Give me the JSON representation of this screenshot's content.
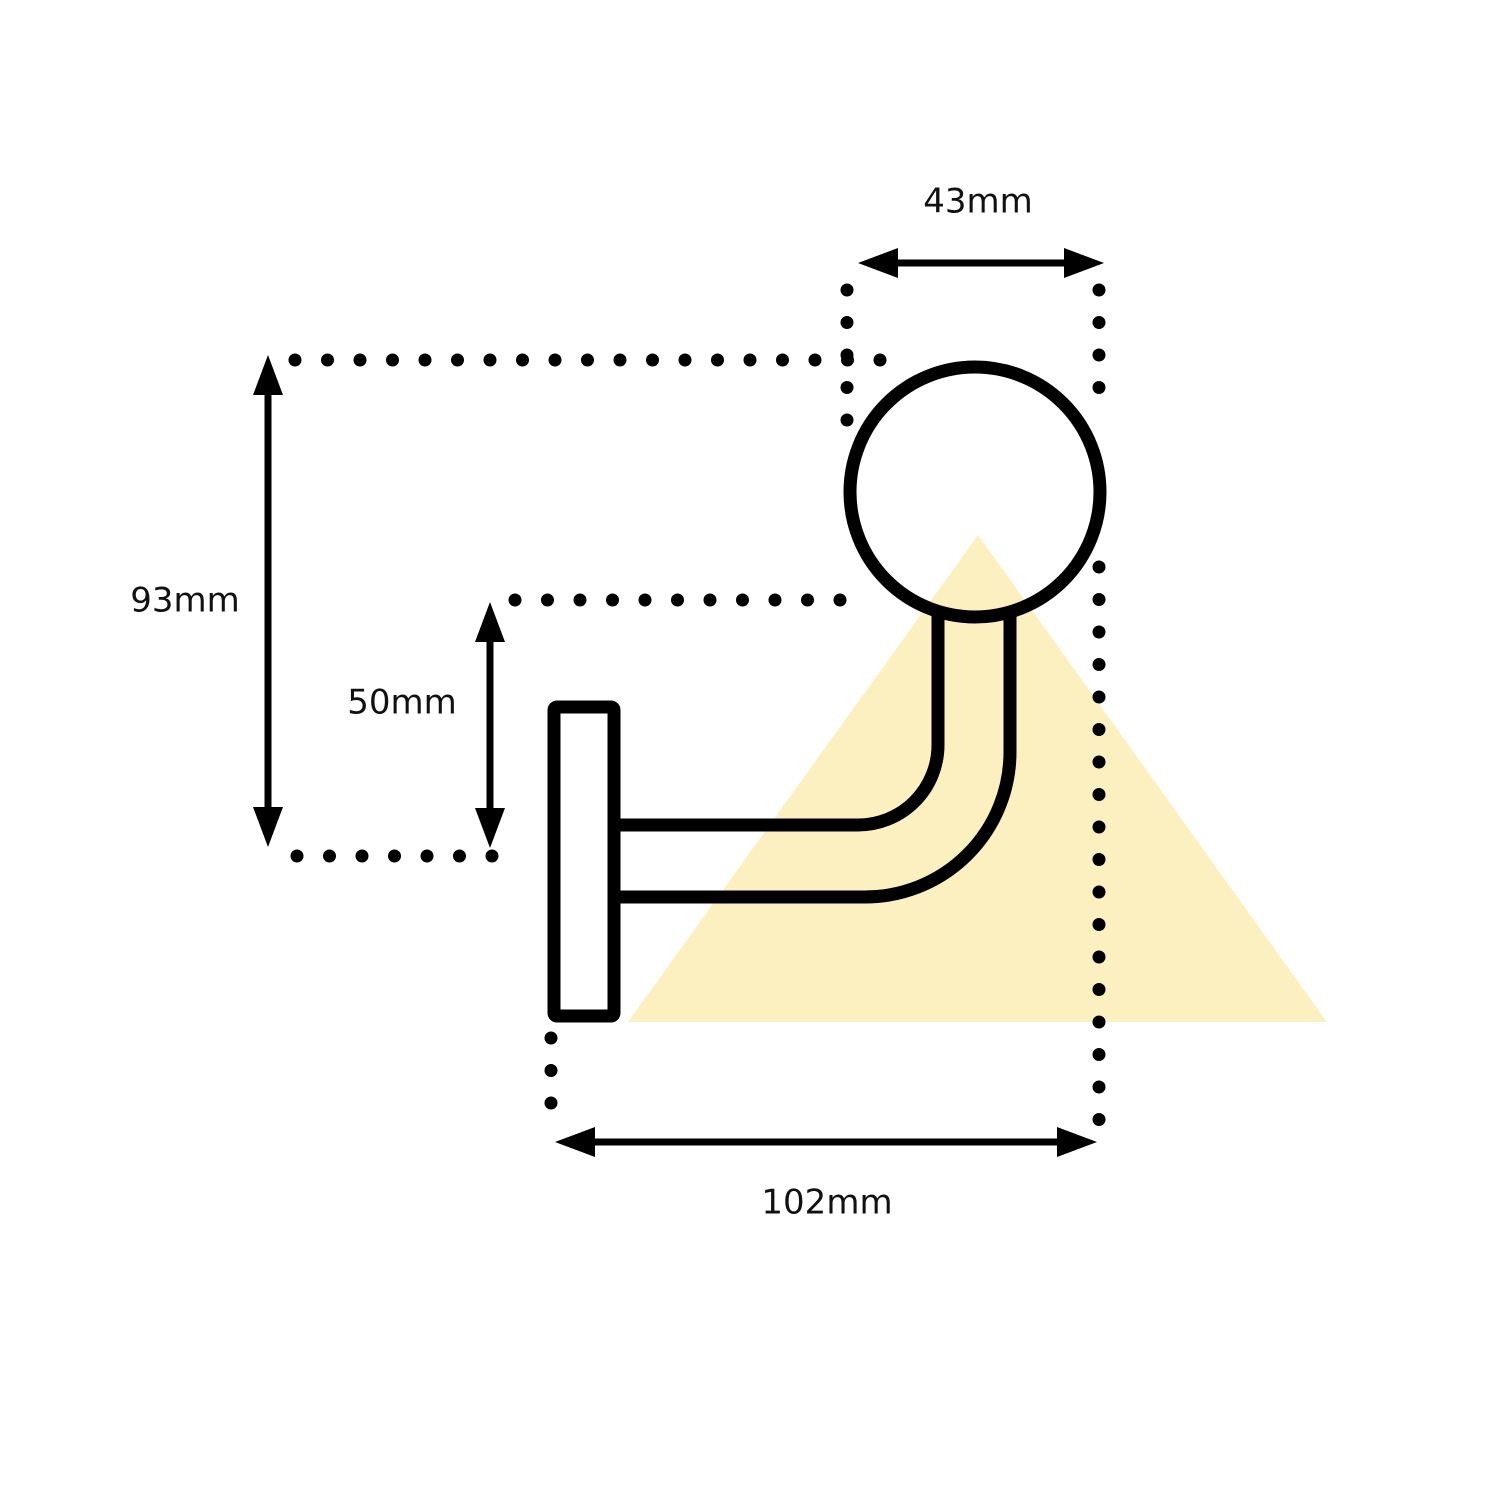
{
  "dimensions": {
    "top_width": "43mm",
    "total_height": "93mm",
    "arm_height": "50mm",
    "total_depth": "102mm"
  },
  "colors": {
    "highlight": "#fdf0c0",
    "line": "#000000"
  }
}
